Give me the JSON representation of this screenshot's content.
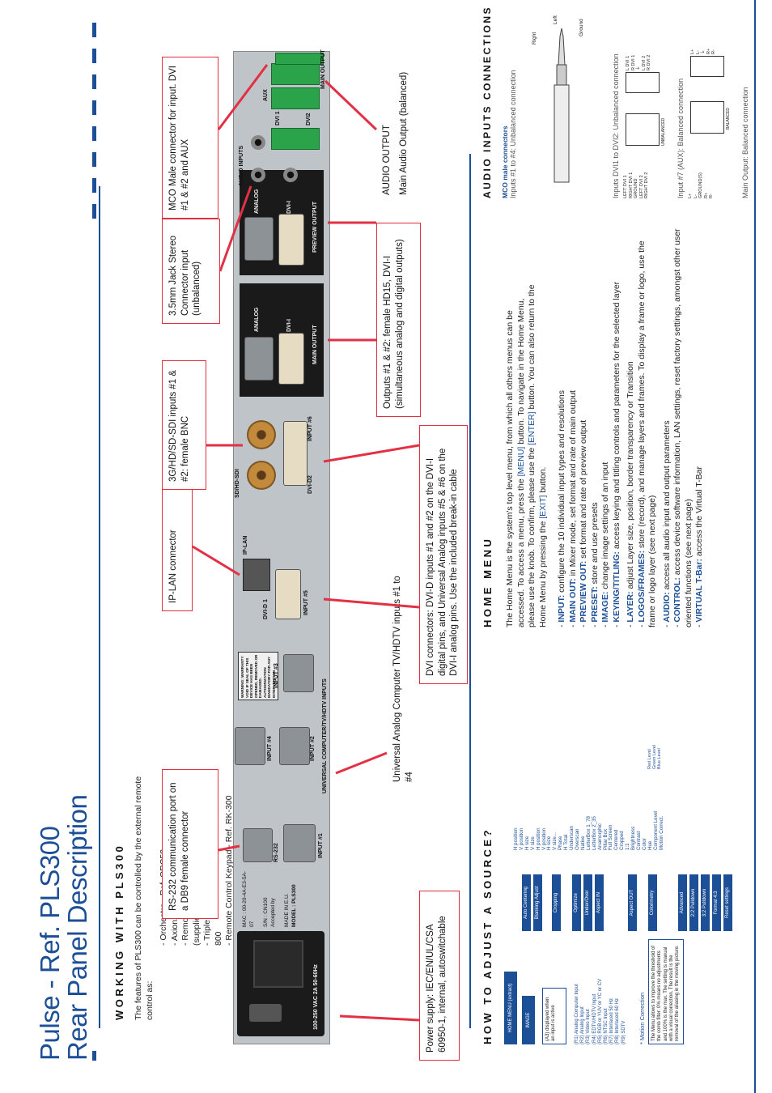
{
  "header": {
    "title_line1": "Pulse - Ref. PLS300",
    "title_line2": "Rear Panel Description"
  },
  "working": {
    "heading": "WORKING WITH PLS300",
    "intro": "The features of PLS300 can be controlled by the external remote control as:",
    "items": [
      "- Orchestra - Ref. ORC50",
      "- Axion2 - Ref. ARC200",
      "- Remote Control Software - Ref. RCS (supplied)",
      "- Triple Remote Control Keypad - Ref. TRK-800",
      "- Remote Control Keypad - Ref. RK-300"
    ]
  },
  "callouts": {
    "rs232": "RS-232 communication port on a DB9 female connector",
    "iplan": "IP-LAN connector",
    "sdi": "3G/HD/SD-SDI inputs #1 & #2: female BNC",
    "jack": "3.5mm Jack Stereo Connector input (unbalanced)",
    "mco": "MCO Male connector for input. DVI #1 & #2 and AUX",
    "audio_out_title": "AUDIO OUTPUT",
    "audio_out_sub": "Main Audio Output (balanced)",
    "outputs": "Outputs #1 & #2: female HD15, DVI-I (simultaneous analog and digital outputs)",
    "dvi": "DVI connectors: DVI-D inputs #1 and #2 on the DVI-I digital pins, and Universal Analog inputs #5 & #6 on the DVI-I analog pins. Use the included break-in cable",
    "analog": "Universal Analog Computer TV/HDTV inputs #1 to #4",
    "power": "Power supply: IEC/EN/UL/CSA 60950-1, internal, autoswitchable"
  },
  "panel_labels": {
    "rs232": "RS-232",
    "input1": "INPUT #1",
    "input2": "INPUT #2",
    "input3": "INPUT #3",
    "input4": "INPUT #4",
    "input5": "INPUT #5",
    "input6": "INPUT #6",
    "ip_lan": "IP-LAN",
    "dvi1": "DVI-D 1",
    "dvi2": "DVI-D2",
    "sdi": "SD/HD-SDI",
    "universal": "UNIVERSAL COMPUTER/TV/HDTV INPUTS",
    "analog": "ANALOG",
    "dvi_i": "DVI-I",
    "main_output": "MAIN OUTPUT",
    "preview_output": "PREVIEW OUTPUT",
    "audio_inputs": "AUDIO INPUTS",
    "aux": "AUX",
    "dvi_1": "DVI 1",
    "dvi_2": "DVI2",
    "main_out_top": "MAIN OUTPUT",
    "mac": "MAC : 00-20-4A-E3-5A-07",
    "sn": "S/N : CN100",
    "made": "MADE IN E.U.",
    "model": "MODEL : PLS300",
    "accepted": "Accepted by",
    "power_rating": "100-250 VAC 2A 50-60Hz",
    "warning": "WARNING: WARRANTY VOID IF SEAL OF THIS DEVICE HAS BEEN OPENED, REMOVED OR DAMAGED. AUTHORIZATION MANDATORY FOR ANY INTERVENTION"
  },
  "adjust": {
    "heading": "HOW TO ADJUST A SOURCE?",
    "home_menu": "HOME MENU (extract)",
    "image": "IMAGE",
    "a3_note": "(A3) displayed when an input is active",
    "buttons": [
      "Auto Centering",
      "Blanking Adjust",
      "Cropping",
      "Optimize",
      "Under/Over",
      "Aspect IN",
      "Aspect OUT",
      "Colorimetry",
      "Advanced",
      "2:2 Pulldown",
      "3:2 Pulldown",
      "Format 4:3",
      "Reset settings"
    ],
    "sublist": [
      "H position",
      "V position",
      "H size",
      "V size",
      "H position",
      "V position",
      "H size",
      "V size...",
      "Phase",
      "H Total",
      "Underscan",
      "Overscan",
      "Native",
      "LetterBox 1_78",
      "LetterBox 2_35",
      "Anamorphic",
      "Pillar Box",
      "Full Screen",
      "Centered",
      "Cropped",
      "1:1",
      "Brightness",
      "Contrast",
      "Color",
      "Hue",
      "Component Level",
      "Motion Correct."
    ],
    "levels": [
      "Red Level",
      "Green Level",
      "Blue Level"
    ],
    "rnotes": [
      "(R1) Analog Computer Input",
      "(R2) Analog Input",
      "(R3) Video Input",
      "(R4) EDTV/HDTV Input",
      "(R5) RGB or YUV or YC or CV",
      "(R6) NTSC Input",
      "(R7) Interlaced 50 Hz",
      "(R8) Interlaced 60 Hz",
      "(R9) SDTV"
    ],
    "motion_title": "* Motion Correction",
    "motion_text": "The Menu allows to improve the threshold of the comb filter: 0% means no adjustments and 100% is the max. The setting is manual with a visual correction. The result is the removal of the aliasing in the moving picture."
  },
  "home": {
    "heading": "HOME MENU",
    "intro_a": "The Home Menu is the system's top level menu, from which all others menus can be accessed. To access a menu, press the ",
    "menu_btn": "[MENU]",
    "intro_b": " button. To navigate in the Home Menu, please use the knob. To confirm, please use the ",
    "enter_btn": "[ENTER]",
    "intro_c": " button. You can also return to the Home Menu by pressing the ",
    "exit_btn": "[EXIT]",
    "intro_d": " button.",
    "items": [
      {
        "k": "INPUT:",
        "t": " configure the 10 individual input types and resolutions"
      },
      {
        "k": "MAIN OUT:",
        "t": " in Mixer mode, set format and rate of main output"
      },
      {
        "k": "PREVIEW OUT:",
        "t": " set format and rate of preview output"
      },
      {
        "k": "PRESET:",
        "t": " store and use presets"
      },
      {
        "k": "IMAGE:",
        "t": " change image settings of an input"
      },
      {
        "k": "KEYING/TITLING:",
        "t": " access keying and titling controls and parameters for the selected layer"
      },
      {
        "k": "LAYER:",
        "t": " adjust Layer size, position, border transparency or Transition"
      },
      {
        "k": "LOGOS/FRAMES:",
        "t": " store (record), and manage layers and frames. To display a frame or logo, use the frame or logo layer (see next page)"
      },
      {
        "k": "AUDIO:",
        "t": " access all audio input and output parameters"
      },
      {
        "k": "CONTROL:",
        "t": " access device software information, LAN settings, reset factory settings, amongst other user oriented functions (see next page)"
      },
      {
        "k": "VIRTUAL T-Bar:",
        "t": " access the Virtual T-Bar"
      }
    ]
  },
  "audio": {
    "heading": "AUDIO INPUTS CONNECTIONS",
    "mco_title": "MCO male connectors",
    "in1to4": "Inputs #1 to #4: Unbalanced connection",
    "right": "Right",
    "left": "Left",
    "ground": "Ground",
    "dvi_unbal": "Inputs DVI1 to DVI2: Unbalanced connection",
    "aux_bal": "Input #7 (AUX): Balanced connection",
    "main_bal": "Main Output: Balanced connection",
    "unbalanced": "UNBALANCED",
    "balanced": "BALANCED",
    "wires_left": [
      "LEFT DVI 1",
      "RIGHT DVI 1",
      "GROUND",
      "LEFT DVI 2",
      "RIGHT DVI 2"
    ],
    "pins_dvi": [
      "L DVI 1",
      "R DVI 1",
      "⏚",
      "L DVI 2",
      "R DVI 2"
    ],
    "aux_wires": [
      "L+",
      "L-",
      "GROUND(S)",
      "R+",
      "R-"
    ],
    "pins_bal": [
      "L+",
      "L-",
      "⏚",
      "R+",
      "R-"
    ]
  }
}
